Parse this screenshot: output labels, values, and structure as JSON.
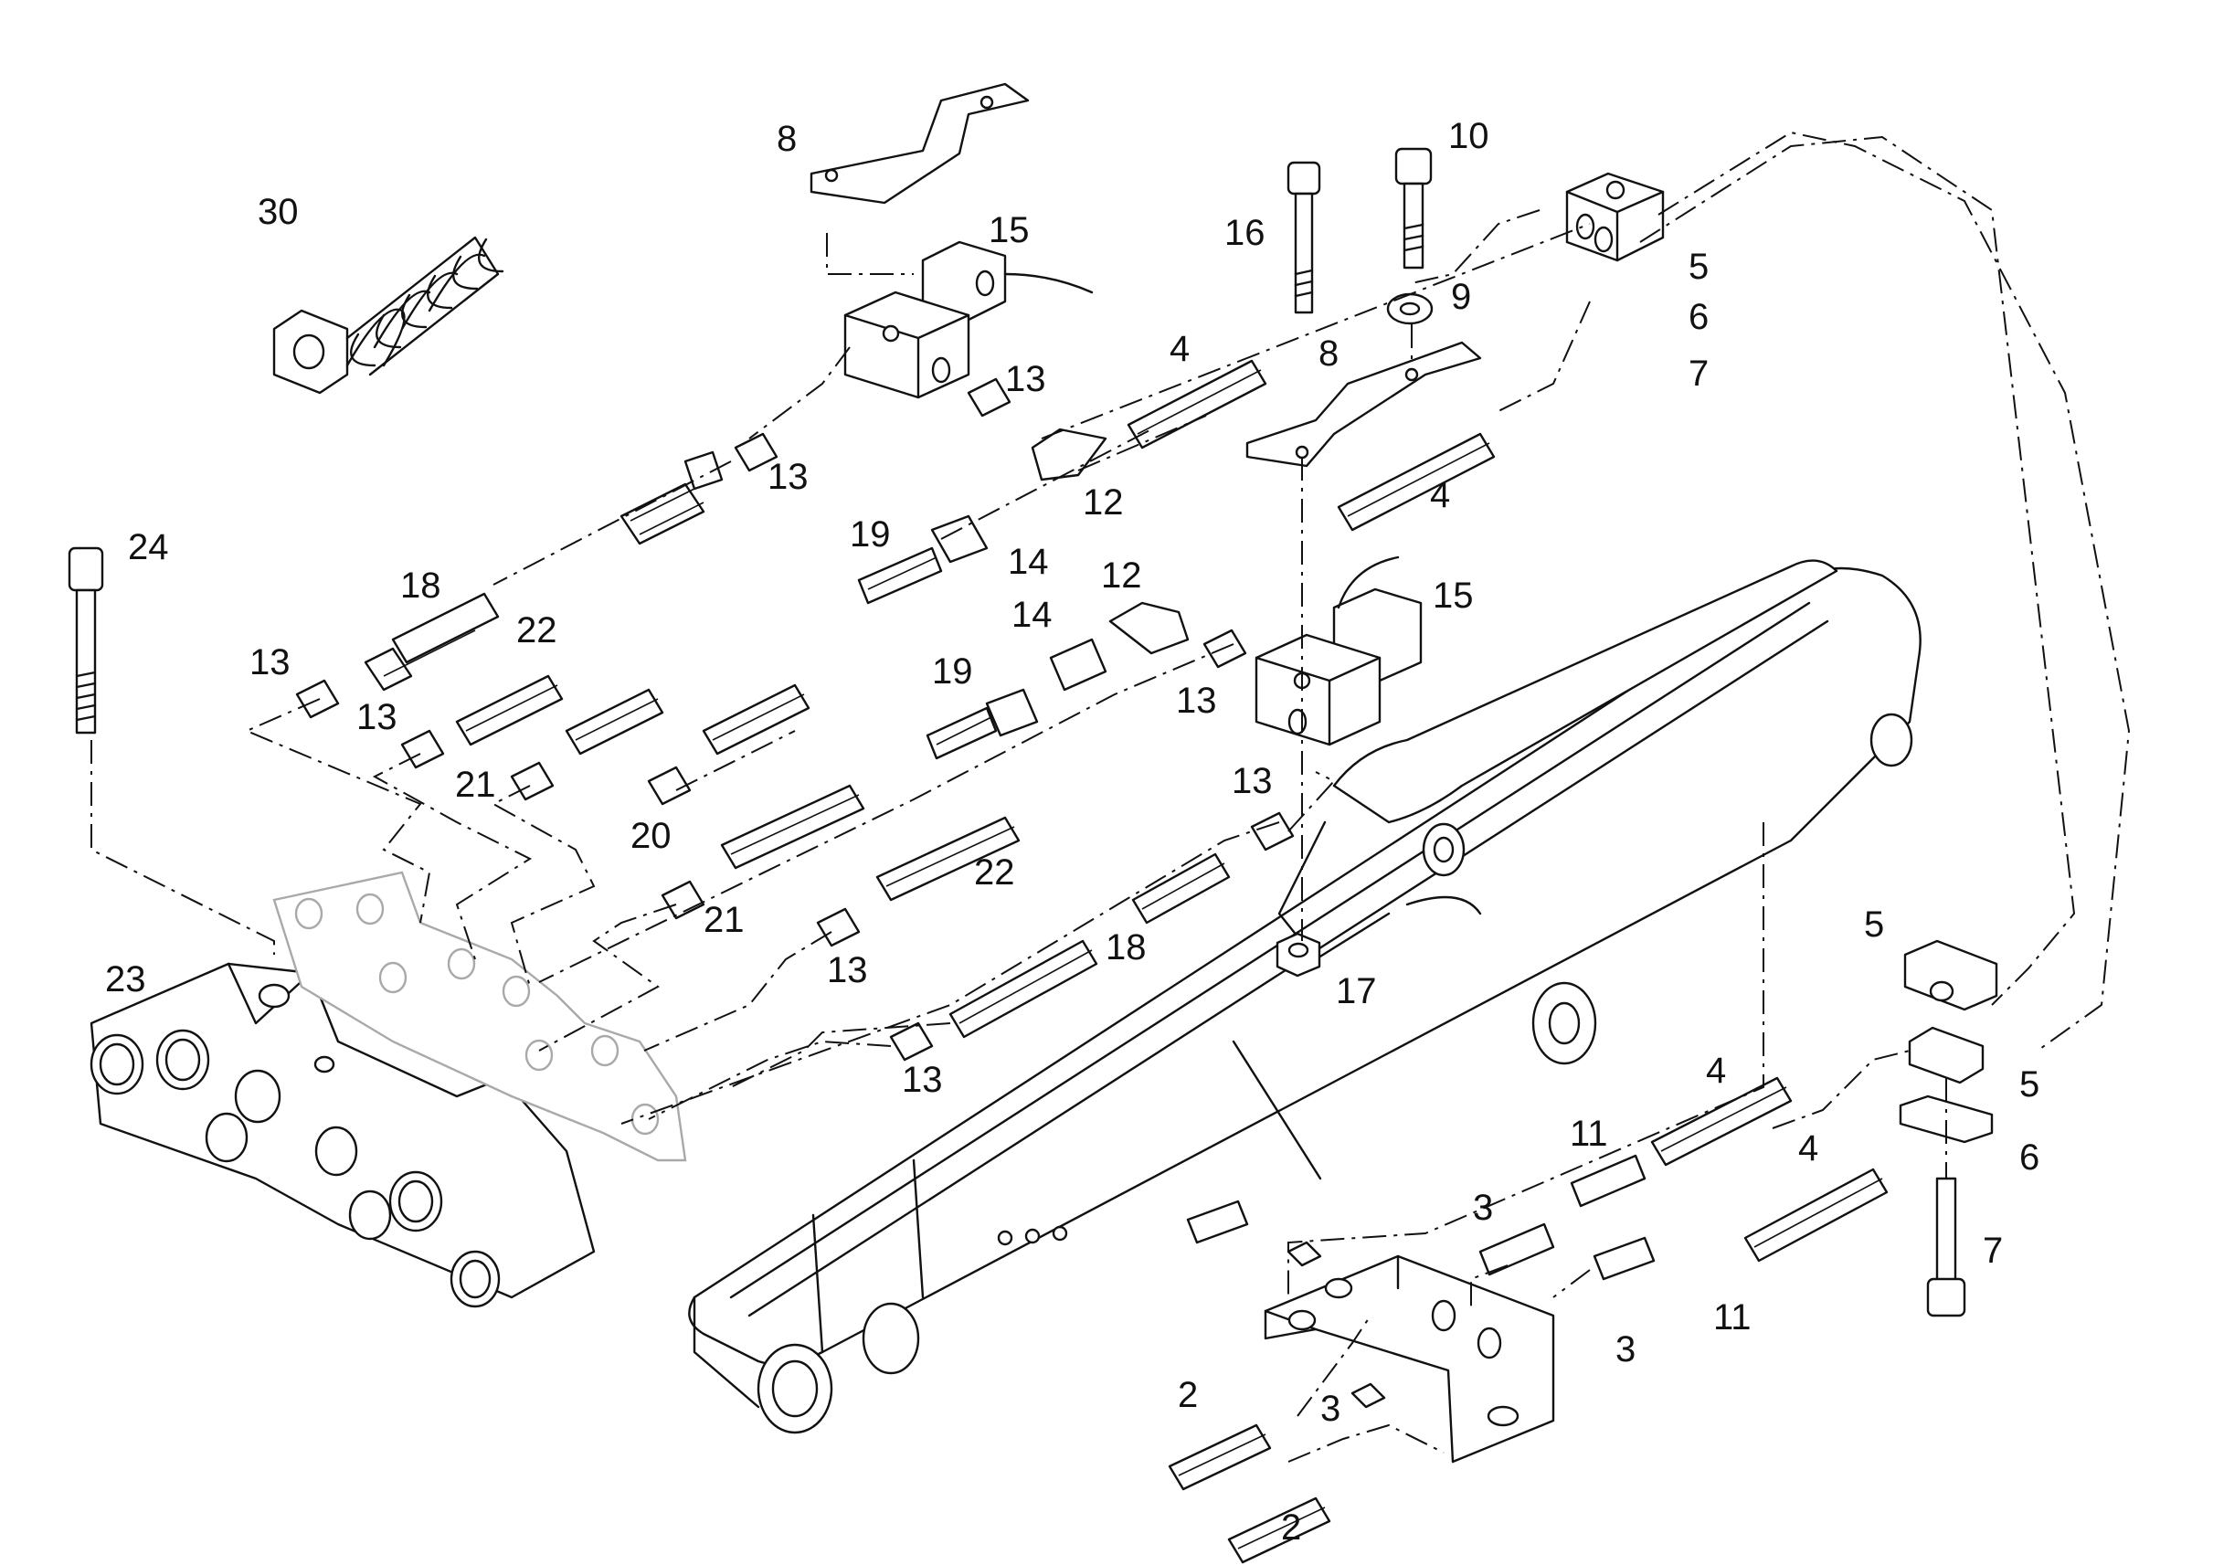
{
  "diagram": {
    "callouts": [
      {
        "id": "c-30",
        "text": "30"
      },
      {
        "id": "c-8a",
        "text": "8"
      },
      {
        "id": "c-15a",
        "text": "15"
      },
      {
        "id": "c-16",
        "text": "16"
      },
      {
        "id": "c-10",
        "text": "10"
      },
      {
        "id": "c-9",
        "text": "9"
      },
      {
        "id": "c-8b",
        "text": "8"
      },
      {
        "id": "c-5a",
        "text": "5"
      },
      {
        "id": "c-6a",
        "text": "6"
      },
      {
        "id": "c-7a",
        "text": "7"
      },
      {
        "id": "c-13a",
        "text": "13"
      },
      {
        "id": "c-4a",
        "text": "4"
      },
      {
        "id": "c-13b",
        "text": "13"
      },
      {
        "id": "c-12a",
        "text": "12"
      },
      {
        "id": "c-4b",
        "text": "4"
      },
      {
        "id": "c-24",
        "text": "24"
      },
      {
        "id": "c-19a",
        "text": "19"
      },
      {
        "id": "c-14a",
        "text": "14"
      },
      {
        "id": "c-18a",
        "text": "18"
      },
      {
        "id": "c-12b",
        "text": "12"
      },
      {
        "id": "c-15b",
        "text": "15"
      },
      {
        "id": "c-14b",
        "text": "14"
      },
      {
        "id": "c-13c",
        "text": "13"
      },
      {
        "id": "c-22a",
        "text": "22"
      },
      {
        "id": "c-19b",
        "text": "19"
      },
      {
        "id": "c-13d",
        "text": "13"
      },
      {
        "id": "c-13e",
        "text": "13"
      },
      {
        "id": "c-21a",
        "text": "21"
      },
      {
        "id": "c-20",
        "text": "20"
      },
      {
        "id": "c-13f",
        "text": "13"
      },
      {
        "id": "c-22b",
        "text": "22"
      },
      {
        "id": "c-21b",
        "text": "21"
      },
      {
        "id": "c-18b",
        "text": "18"
      },
      {
        "id": "c-13g",
        "text": "13"
      },
      {
        "id": "c-17",
        "text": "17"
      },
      {
        "id": "c-23",
        "text": "23"
      },
      {
        "id": "c-5b",
        "text": "5"
      },
      {
        "id": "c-13h",
        "text": "13"
      },
      {
        "id": "c-5c",
        "text": "5"
      },
      {
        "id": "c-11a",
        "text": "11"
      },
      {
        "id": "c-4c",
        "text": "4"
      },
      {
        "id": "c-4d",
        "text": "4"
      },
      {
        "id": "c-6b",
        "text": "6"
      },
      {
        "id": "c-3a",
        "text": "3"
      },
      {
        "id": "c-7b",
        "text": "7"
      },
      {
        "id": "c-11b",
        "text": "11"
      },
      {
        "id": "c-3b",
        "text": "3"
      },
      {
        "id": "c-2a",
        "text": "2"
      },
      {
        "id": "c-3c",
        "text": "3"
      },
      {
        "id": "c-2b",
        "text": "2"
      }
    ]
  }
}
